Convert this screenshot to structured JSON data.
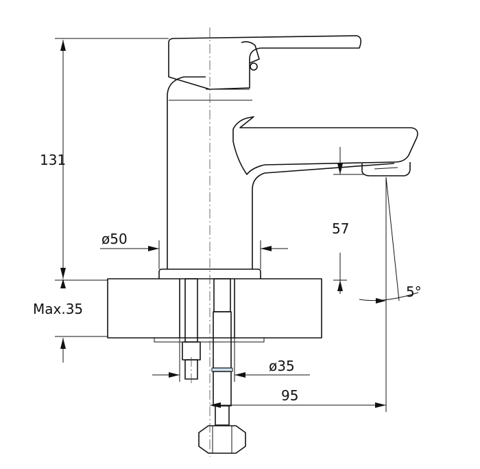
{
  "drawing": {
    "dimensions": {
      "height_total": "131",
      "max_thickness": "Max.35",
      "body_diameter": "ø50",
      "spout_clearance": "57",
      "spout_angle": "5°",
      "hole_diameter": "ø35",
      "spout_reach": "95"
    }
  }
}
